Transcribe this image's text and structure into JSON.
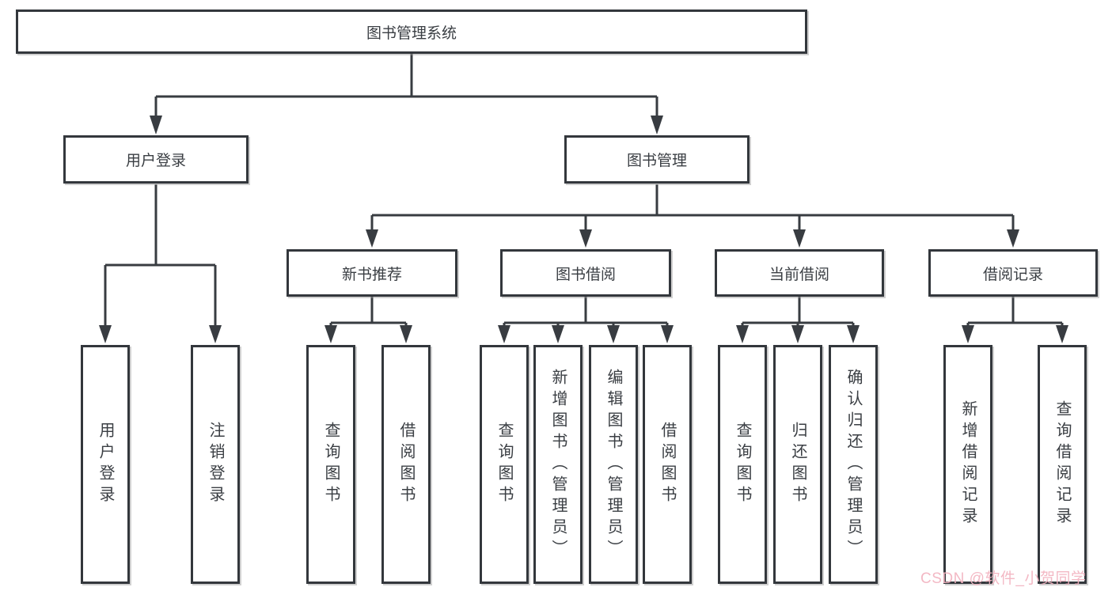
{
  "page": {
    "background": "#ffffff"
  },
  "colors": {
    "line": "#383c41",
    "box_border": "#33373c",
    "box_fill": "#ffffff",
    "text": "#3a3e43",
    "watermark": "#f2b3c0"
  },
  "watermark": {
    "text": "CSDN @软件_小贺同学"
  },
  "tree": {
    "root": {
      "label": "图书管理系统"
    },
    "branches": [
      {
        "label": "用户登录",
        "leaves": [
          {
            "label": "用户登录"
          },
          {
            "label": "注销登录"
          }
        ]
      },
      {
        "label": "图书管理",
        "groups": [
          {
            "label": "新书推荐",
            "leaves": [
              {
                "label": "查询图书"
              },
              {
                "label": "借阅图书"
              }
            ]
          },
          {
            "label": "图书借阅",
            "leaves": [
              {
                "label": "查询图书"
              },
              {
                "label": "新增图书（管理员）"
              },
              {
                "label": "编辑图书（管理员）"
              },
              {
                "label": "借阅图书"
              }
            ]
          },
          {
            "label": "当前借阅",
            "leaves": [
              {
                "label": "查询图书"
              },
              {
                "label": "归还图书"
              },
              {
                "label": "确认归还（管理员）"
              }
            ]
          },
          {
            "label": "借阅记录",
            "leaves": [
              {
                "label": "新增借阅记录"
              },
              {
                "label": "查询借阅记录"
              }
            ]
          }
        ]
      }
    ]
  }
}
